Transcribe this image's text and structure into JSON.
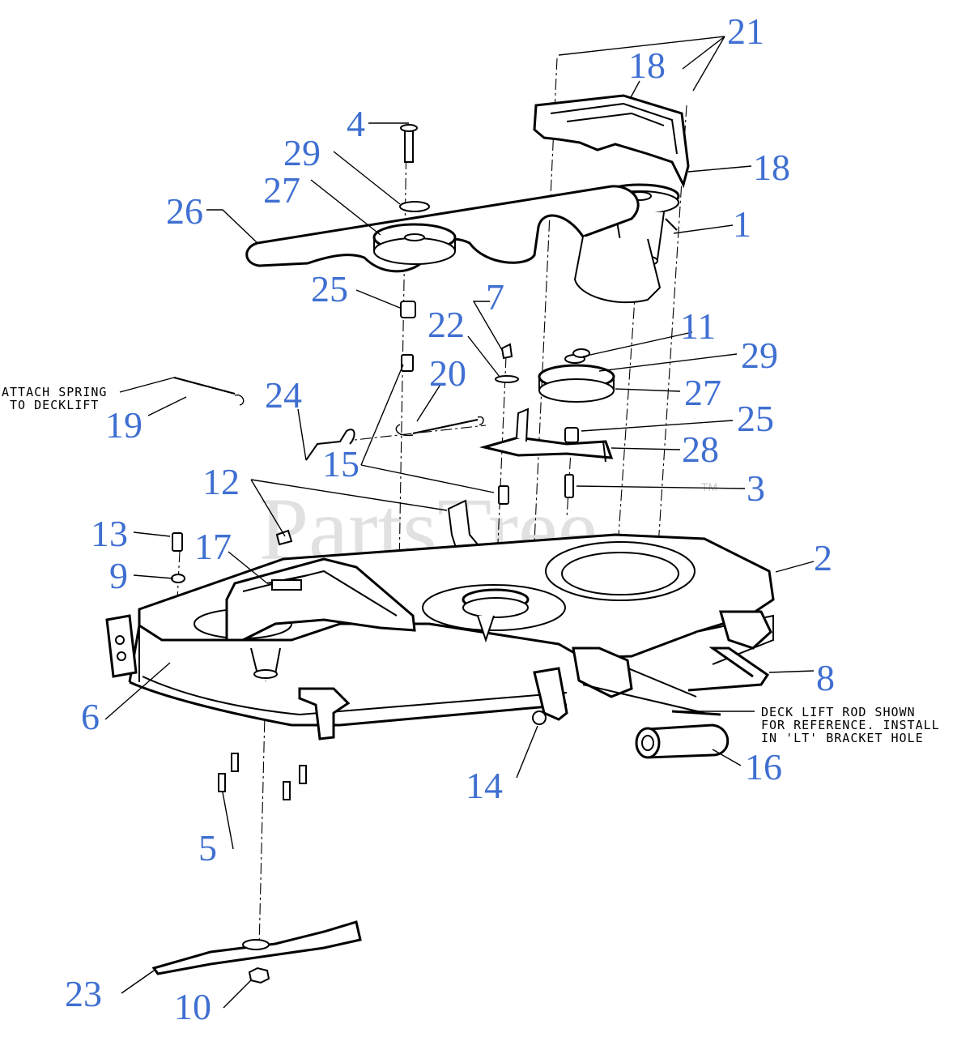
{
  "watermark": {
    "brand": "PartsTree",
    "trademark": "TM"
  },
  "notes": {
    "spring_line1": "ATTACH SPRING",
    "spring_line2": "TO DECKLIFT",
    "rod_line1": "DECK LIFT ROD SHOWN",
    "rod_line2": "FOR REFERENCE. INSTALL",
    "rod_line3": "IN 'LT' BRACKET HOLE"
  },
  "callouts": {
    "c1": "1",
    "c2": "2",
    "c3": "3",
    "c4": "4",
    "c5": "5",
    "c6": "6",
    "c7": "7",
    "c8": "8",
    "c9": "9",
    "c10": "10",
    "c11": "11",
    "c12": "12",
    "c13": "13",
    "c14": "14",
    "c15": "15",
    "c16": "16",
    "c17": "17",
    "c18a": "18",
    "c18b": "18",
    "c19": "19",
    "c20": "20",
    "c21": "21",
    "c22": "22",
    "c23": "23",
    "c24": "24",
    "c25a": "25",
    "c25b": "25",
    "c26": "26",
    "c27a": "27",
    "c27b": "27",
    "c28": "28",
    "c29a": "29",
    "c29b": "29"
  },
  "colors": {
    "callout": "#3f6fd1",
    "line": "#000000",
    "watermark": "#c9c9c9"
  }
}
